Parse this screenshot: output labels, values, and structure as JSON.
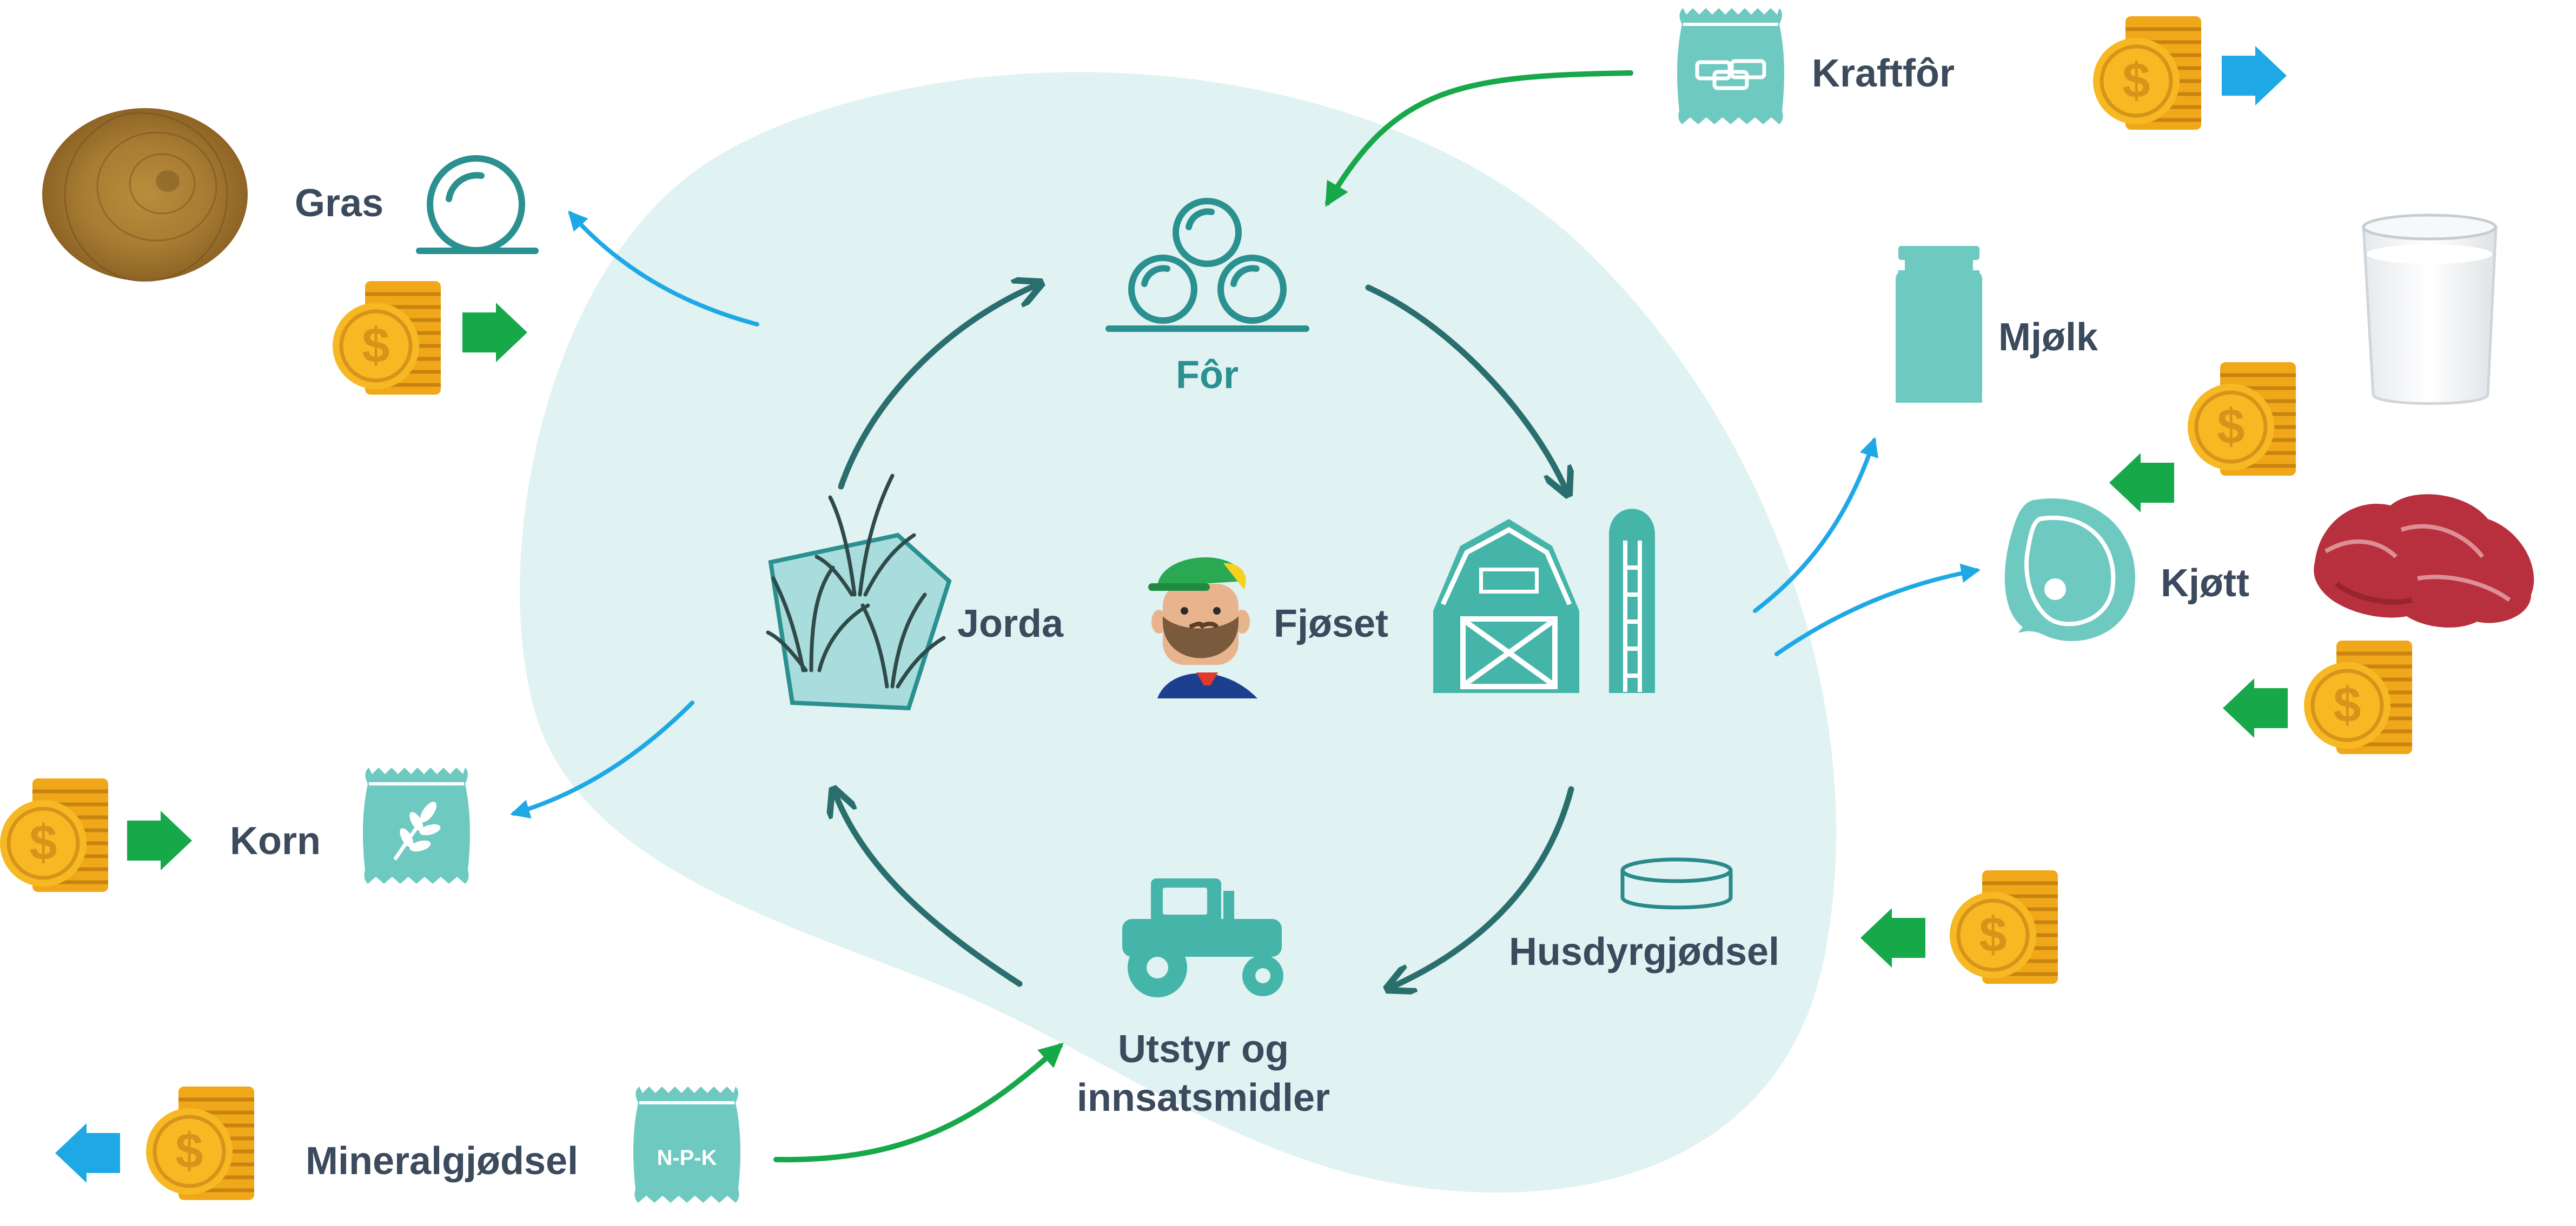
{
  "labels": {
    "for": "Fôr",
    "jorda": "Jorda",
    "fjoset": "Fjøset",
    "utstyr_line1": "Utstyr og",
    "utstyr_line2": "innsatsmidler",
    "husdyrgjodsel": "Husdyrgjødsel",
    "kraftfor": "Kraftfôr",
    "gras": "Gras",
    "korn": "Korn",
    "mjolk": "Mjølk",
    "kjott": "Kjøtt",
    "mineralgjodsel": "Mineralgjødsel",
    "npk": "N-P-K"
  },
  "icons": {
    "coin": "dollar-coin-stack-icon",
    "bale": "round-bale-icon",
    "bales": "stacked-bales-icon",
    "sack": "feed-sack-icon",
    "milk_can": "milk-can-icon",
    "meat": "meat-steak-icon",
    "barn": "barn-silo-icon",
    "tractor": "tractor-icon",
    "grass": "grass-plot-icon",
    "farmer": "farmer-icon",
    "manure": "manure-tank-icon"
  },
  "colors": {
    "blob": "#e0f2f2",
    "teal_icon": "#6ec9c1",
    "cycle_arrow": "#2a6e6e",
    "green_arrow": "#17a84a",
    "blue_arrow": "#1fa8e6",
    "coin": "#f7b923",
    "label_text": "#3b4a5c"
  }
}
